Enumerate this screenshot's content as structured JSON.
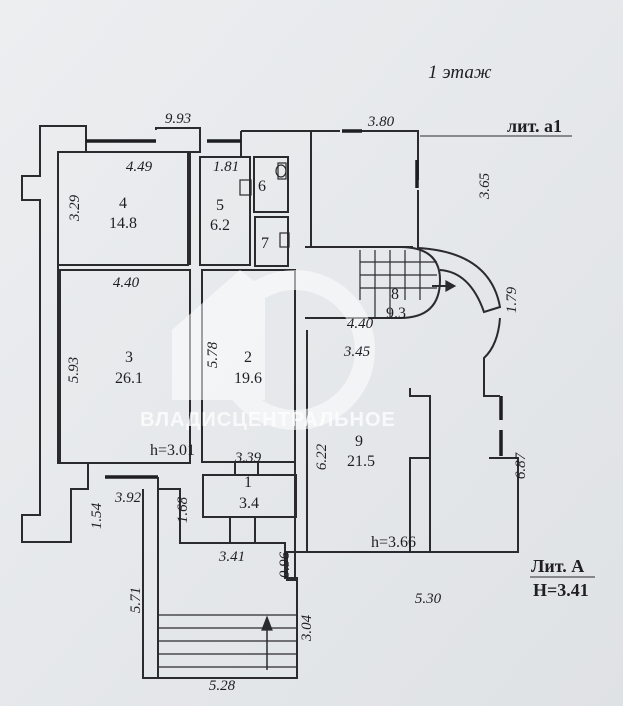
{
  "title": "1 этаж",
  "lit_a1": "лит.  а1",
  "lit_a": "Лит.  А",
  "lit_a_height": "H=3.41",
  "watermark": "ВЛАДИСЦЕНТРАЛЬНОЕ",
  "rooms": [
    {
      "number": "1",
      "area": "3.4"
    },
    {
      "number": "2",
      "area": "19.6"
    },
    {
      "number": "3",
      "area": "26.1"
    },
    {
      "number": "4",
      "area": "14.8"
    },
    {
      "number": "5",
      "area": "6.2"
    },
    {
      "number": "6",
      "area": ""
    },
    {
      "number": "7",
      "area": ""
    },
    {
      "number": "8",
      "area": "9.3"
    },
    {
      "number": "9",
      "area": "21.5"
    }
  ],
  "dimensions": {
    "top_total": "9.93",
    "top_right": "3.80",
    "r4_width": "4.49",
    "r4_height": "3.29",
    "r5_width": "1.81",
    "right_wing": "3.65",
    "r3_width": "4.40",
    "r3_height": "5.93",
    "r2_height": "5.78",
    "stair_width": "4.40",
    "stair_depth": "1.79",
    "r9_width": "3.45",
    "r9_height": "6.22",
    "right_outer": "6.87",
    "r1_width": "3.39",
    "porch_left": "3.92",
    "porch_small": "1.54",
    "porch_inner": "1.68",
    "porch_width": "3.41",
    "porch_step": "0.96",
    "porch_height": "5.71",
    "porch_right": "3.04",
    "porch_bottom": "5.28",
    "bottom_right": "5.30"
  },
  "heights": {
    "left": "h=3.01",
    "right": "h=3.66"
  }
}
